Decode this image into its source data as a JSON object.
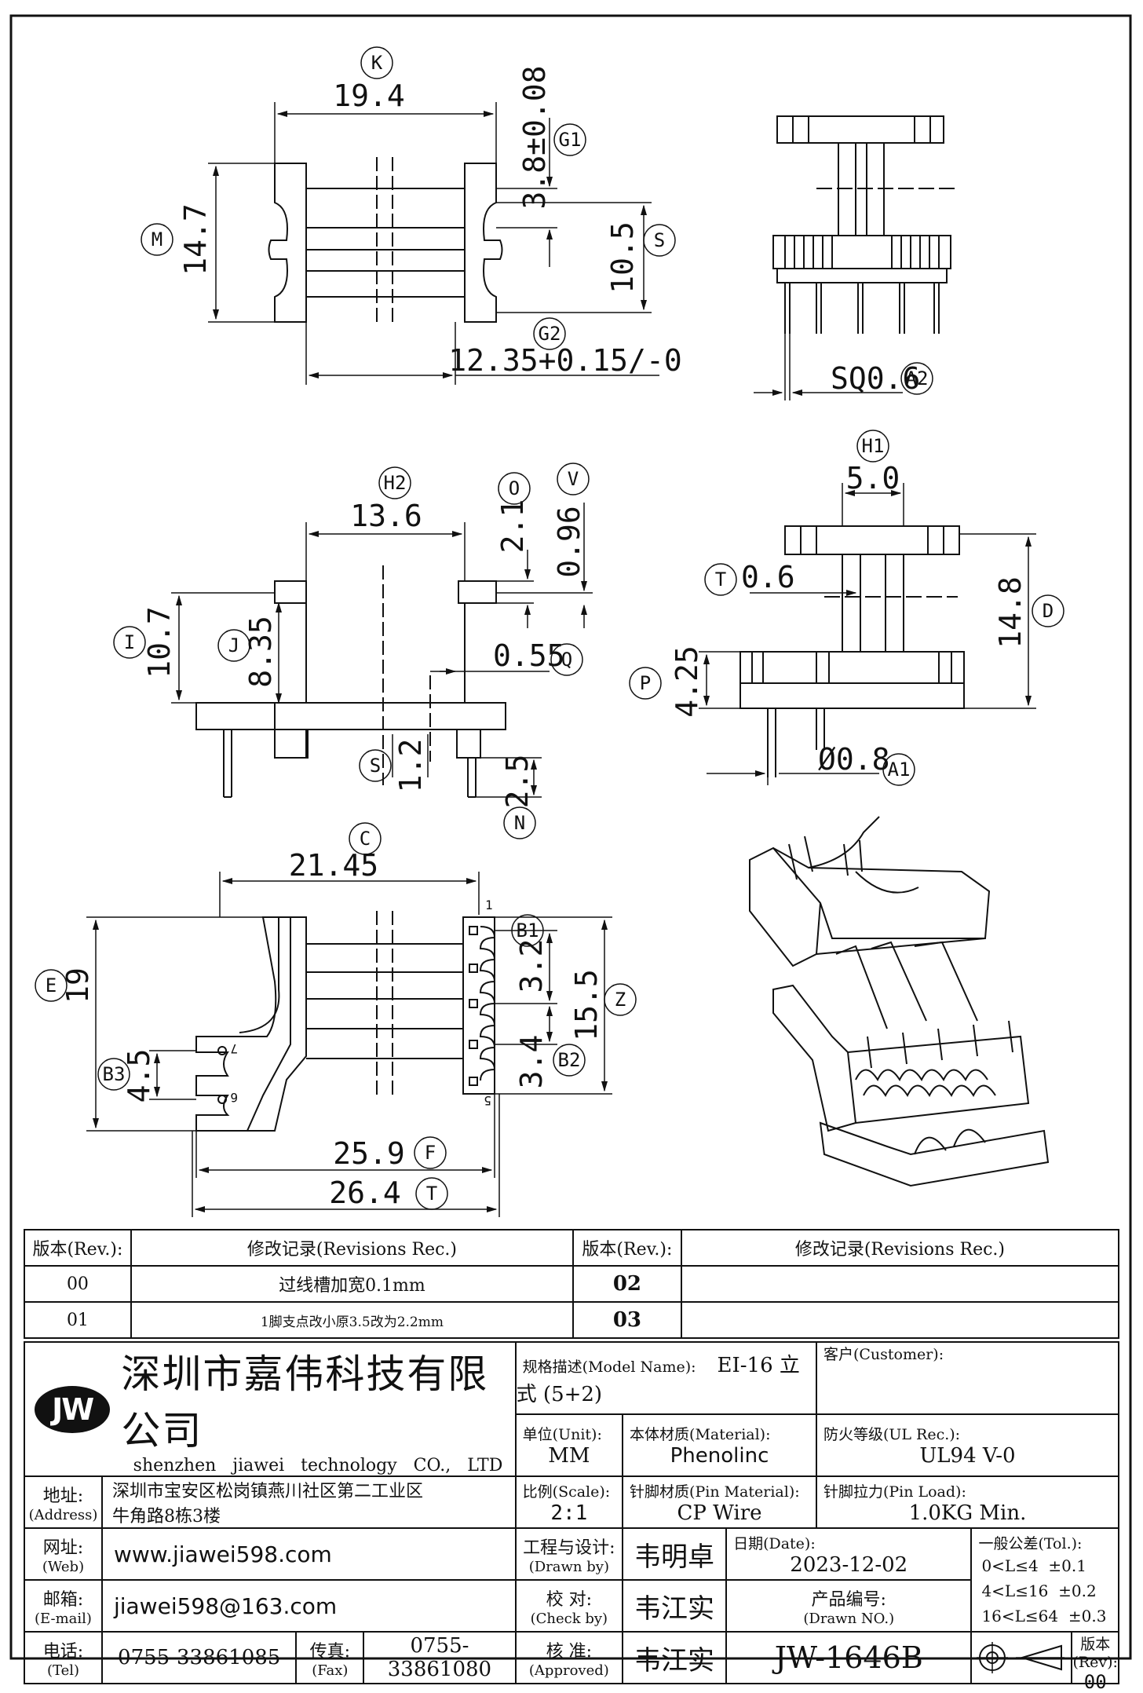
{
  "dimensions": {
    "k": "19.4",
    "g1": "3.8±0.08",
    "m": "14.7",
    "s_top": "10.5",
    "g2": "12.35+0.15/-0",
    "a2": "SQ0.6",
    "h2": "13.6",
    "o": "2.1",
    "v": "0.96",
    "i": "10.7",
    "j": "8.35",
    "q": "0.55",
    "s_mid": "1.2",
    "n": "2.5",
    "h1": "5.0",
    "t_mid": "0.6",
    "d": "14.8",
    "p": "4.25",
    "a1": "Ø0.8",
    "c": "21.45",
    "e": "19",
    "b1": "3.2",
    "b2": "3.4",
    "z": "15.5",
    "b3": "4.5",
    "f": "25.9",
    "t_bot": "26.4"
  },
  "labels": {
    "k": "K",
    "g1": "G1",
    "m": "M",
    "s": "S",
    "g2": "G2",
    "a2": "A2",
    "h2": "H2",
    "o": "O",
    "v": "V",
    "i": "I",
    "j": "J",
    "q": "Q",
    "n": "N",
    "h1": "H1",
    "t": "T",
    "d": "D",
    "p": "P",
    "a1": "A1",
    "c": "C",
    "e": "E",
    "b1": "B1",
    "b2": "B2",
    "z": "Z",
    "b3": "B3",
    "f": "F"
  },
  "pin_numbers": {
    "p1": "1",
    "p5": "5",
    "p6": "6",
    "p7": "7"
  },
  "revisions": {
    "header_rev": "版本(Rev.):",
    "header_rec": "修改记录(Revisions Rec.)",
    "rows": [
      {
        "rev": "00",
        "rec": "过线槽加宽0.1mm",
        "rev2": "02",
        "rec2": ""
      },
      {
        "rev": "01",
        "rec": "1脚支点改小原3.5改为2.2mm",
        "rev2": "03",
        "rec2": ""
      }
    ]
  },
  "title_block": {
    "logo": "JW",
    "company_cn": "深圳市嘉伟科技有限公司",
    "company_en": "shenzhen jiawei technology CO., LTD",
    "model_label": "规格描述(Model Name):",
    "model_value": "EI-16 立式 (5+2)",
    "customer_label": "客户(Customer):",
    "customer_value": "",
    "unit_label": "单位(Unit):",
    "unit_value": "MM",
    "material_label": "本体材质(Material):",
    "material_value": "Phenolinc",
    "ul_label": "防火等级(UL Rec.):",
    "ul_value": "UL94 V-0",
    "address_label": "地址:",
    "address_label_en": "(Address)",
    "address_line1": "深圳市宝安区松岗镇燕川社区第二工业区",
    "address_line2": "牛角路8栋3楼",
    "scale_label": "比例(Scale):",
    "scale_value": "2:1",
    "pin_material_label": "针脚材质(Pin Material):",
    "pin_material_value": "CP Wire",
    "pin_load_label": "针脚拉力(Pin Load):",
    "pin_load_value": "1.0KG Min.",
    "web_label": "网址:",
    "web_label_en": "(Web)",
    "web_value": "www.jiawei598.com",
    "drawn_label": "工程与设计:",
    "drawn_label_en": "(Drawn by)",
    "drawn_value": "韦明卓",
    "date_label": "日期(Date):",
    "date_value": "2023-12-02",
    "tol_label": "一般公差(Tol.):",
    "tol_rows": [
      {
        "range": "0<L≤4",
        "tol": "±0.1"
      },
      {
        "range": "4<L≤16",
        "tol": "±0.2"
      },
      {
        "range": "16<L≤64",
        "tol": "±0.3"
      }
    ],
    "email_label": "邮箱:",
    "email_label_en": "(E-mail)",
    "email_value": "jiawei598@163.com",
    "check_label": "校 对:",
    "check_label_en": "(Check by)",
    "check_value": "韦江实",
    "drawing_no_label": "产品编号:",
    "drawing_no_label_en": "(Drawn NO.)",
    "drawing_no_value": "JW-1646B",
    "tel_label": "电话:",
    "tel_label_en": "(Tel)",
    "tel_value": "0755-33861085",
    "fax_label": "传真:",
    "fax_label_en": "(Fax)",
    "fax_value": "0755-33861080",
    "approved_label": "核 准:",
    "approved_label_en": "(Approved)",
    "approved_value": "韦江实",
    "rev_label": "版本(Rev):",
    "rev_value": "00"
  }
}
